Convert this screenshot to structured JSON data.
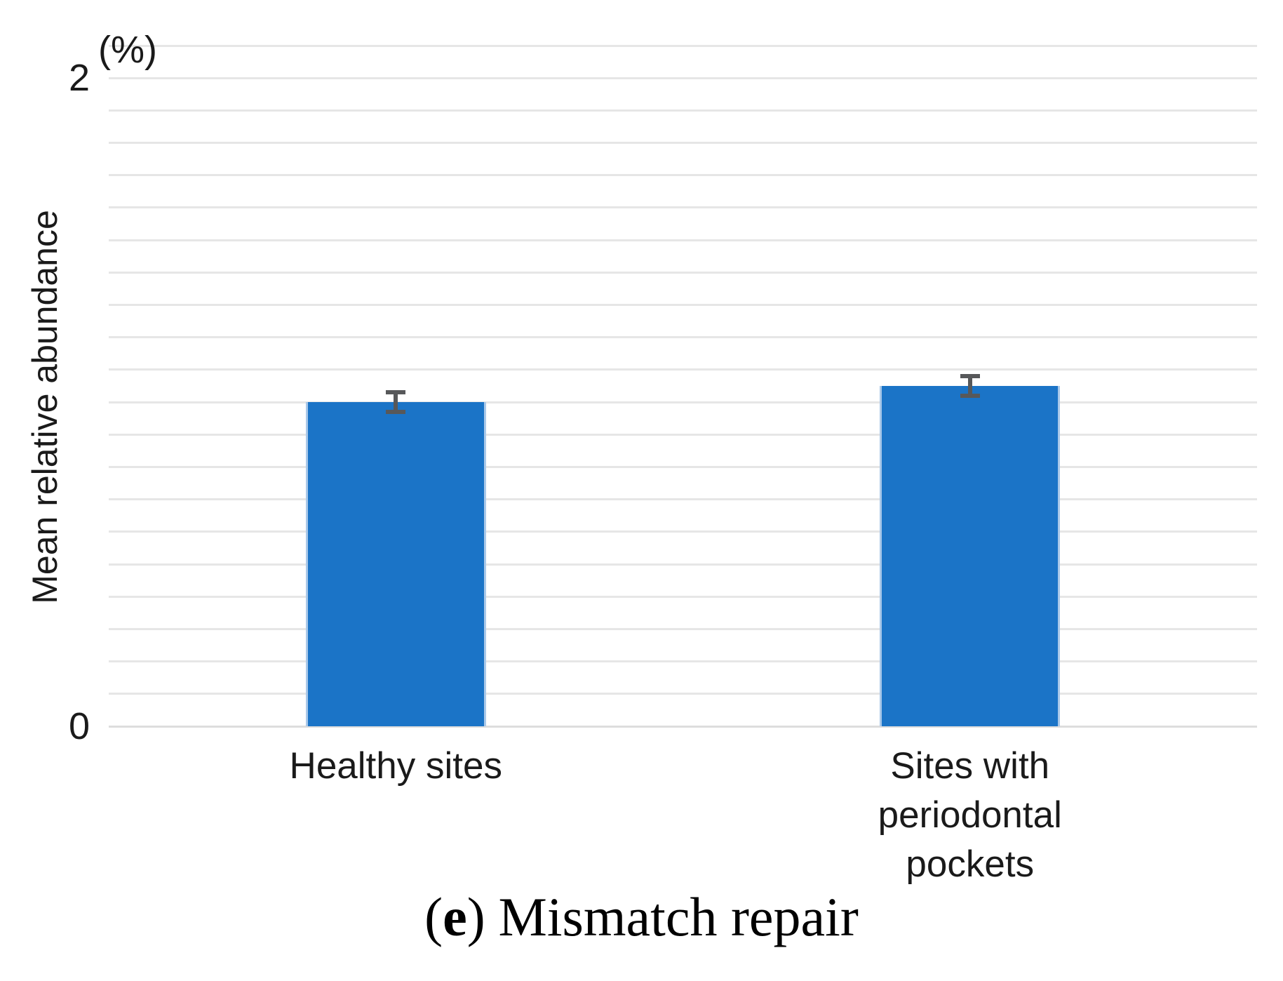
{
  "caption": {
    "open": "(",
    "letter": "e",
    "close": ")",
    "text": "Mismatch repair"
  },
  "chart_data": {
    "type": "bar",
    "title": "",
    "caption_text": "(e) Mismatch repair",
    "categories": [
      "Healthy sites",
      "Sites with\nperiodontal pockets"
    ],
    "values": [
      1.0,
      1.05
    ],
    "error_bars": [
      0.03,
      0.03
    ],
    "xlabel": "",
    "ylabel": "Mean relative abundance",
    "unit_label": "(%)",
    "ylim": [
      0,
      2.1
    ],
    "yticks": [
      {
        "value": 0,
        "label": "0"
      },
      {
        "value": 2,
        "label": "2"
      }
    ],
    "grid": true,
    "grid_step": 0.1,
    "legend_position": "none",
    "colors": {
      "bar_fill": "#1b74c7",
      "bar_edge": "#a9c8e9",
      "gridline": "#e6e6e6",
      "error_bar": "#57585a",
      "axis_text": "#1a1a1a"
    }
  }
}
